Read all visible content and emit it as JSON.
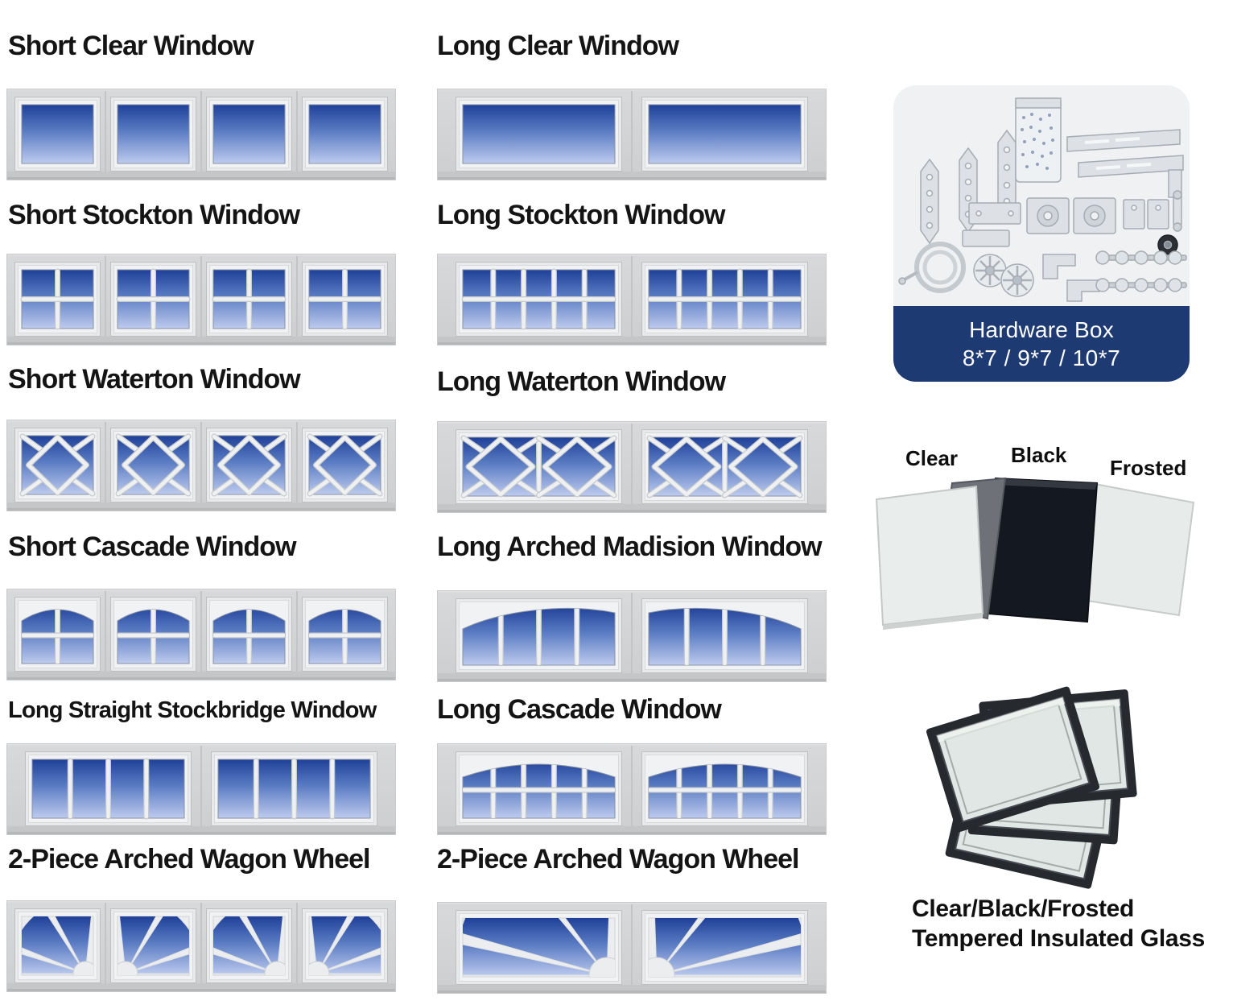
{
  "page": {
    "background": "#ffffff"
  },
  "columns": {
    "left": [
      {
        "title": "Short Clear Window",
        "panel": "short_clear"
      },
      {
        "title": "Short Stockton Window",
        "panel": "short_stockton"
      },
      {
        "title": "Short Waterton Window",
        "panel": "short_waterton"
      },
      {
        "title": "Short Cascade Window",
        "panel": "short_cascade"
      },
      {
        "title": "Long Straight Stockbridge Window",
        "panel": "long_straight_stockbridge"
      },
      {
        "title": "2-Piece Arched Wagon Wheel",
        "panel": "short_wagon"
      }
    ],
    "middle": [
      {
        "title": "Long Clear Window",
        "panel": "long_clear"
      },
      {
        "title": "Long Stockton Window",
        "panel": "long_stockton"
      },
      {
        "title": "Long Waterton Window",
        "panel": "long_waterton"
      },
      {
        "title": "Long Arched Madision Window",
        "panel": "long_arched_madison"
      },
      {
        "title": "Long Cascade Window",
        "panel": "long_cascade"
      },
      {
        "title": "2-Piece Arched Wagon Wheel",
        "panel": "long_wagon"
      }
    ]
  },
  "panels": {
    "short_clear": {
      "count": 4,
      "type": "plain"
    },
    "long_clear": {
      "count": 2,
      "type": "plain"
    },
    "short_stockton": {
      "count": 4,
      "type": "grid",
      "cols": 2,
      "rows": 2
    },
    "long_stockton": {
      "count": 2,
      "type": "grid",
      "cols": 5,
      "rows": 2
    },
    "short_waterton": {
      "count": 4,
      "type": "diamond",
      "diamonds": 1
    },
    "long_waterton": {
      "count": 2,
      "type": "diamond",
      "diamonds": 2
    },
    "short_cascade": {
      "count": 4,
      "type": "arch_grid",
      "cols": 2,
      "rows": 2
    },
    "long_arched_madison": {
      "count": 2,
      "type": "madison",
      "cols": 4,
      "mirrored": true
    },
    "long_straight_stockbridge": {
      "count": 2,
      "type": "grid",
      "cols": 4,
      "rows": 1
    },
    "long_cascade": {
      "count": 2,
      "type": "arch_grid",
      "cols": 5,
      "rows": 2
    },
    "short_wagon": {
      "count": 4,
      "type": "wagon",
      "mirrored": true
    },
    "long_wagon": {
      "count": 2,
      "type": "wagon",
      "mirrored": true
    }
  },
  "hardware_box": {
    "title": "Hardware Box",
    "sizes": "8*7 / 9*7 / 10*7",
    "band_color": "#1e3a72"
  },
  "glass_samples": {
    "labels": [
      "Clear",
      "Black",
      "Frosted"
    ]
  },
  "insulated_glass": {
    "caption_line1": "Clear/Black/Frosted",
    "caption_line2": "Tempered Insulated Glass"
  },
  "colors": {
    "glass_top": "#1f4098",
    "glass_mid": "#5b7cc3",
    "glass_bottom": "#bdcbee",
    "door_panel": "#d3d4d6",
    "window_frame": "#ededee",
    "accent_navy": "#1e3a72"
  }
}
